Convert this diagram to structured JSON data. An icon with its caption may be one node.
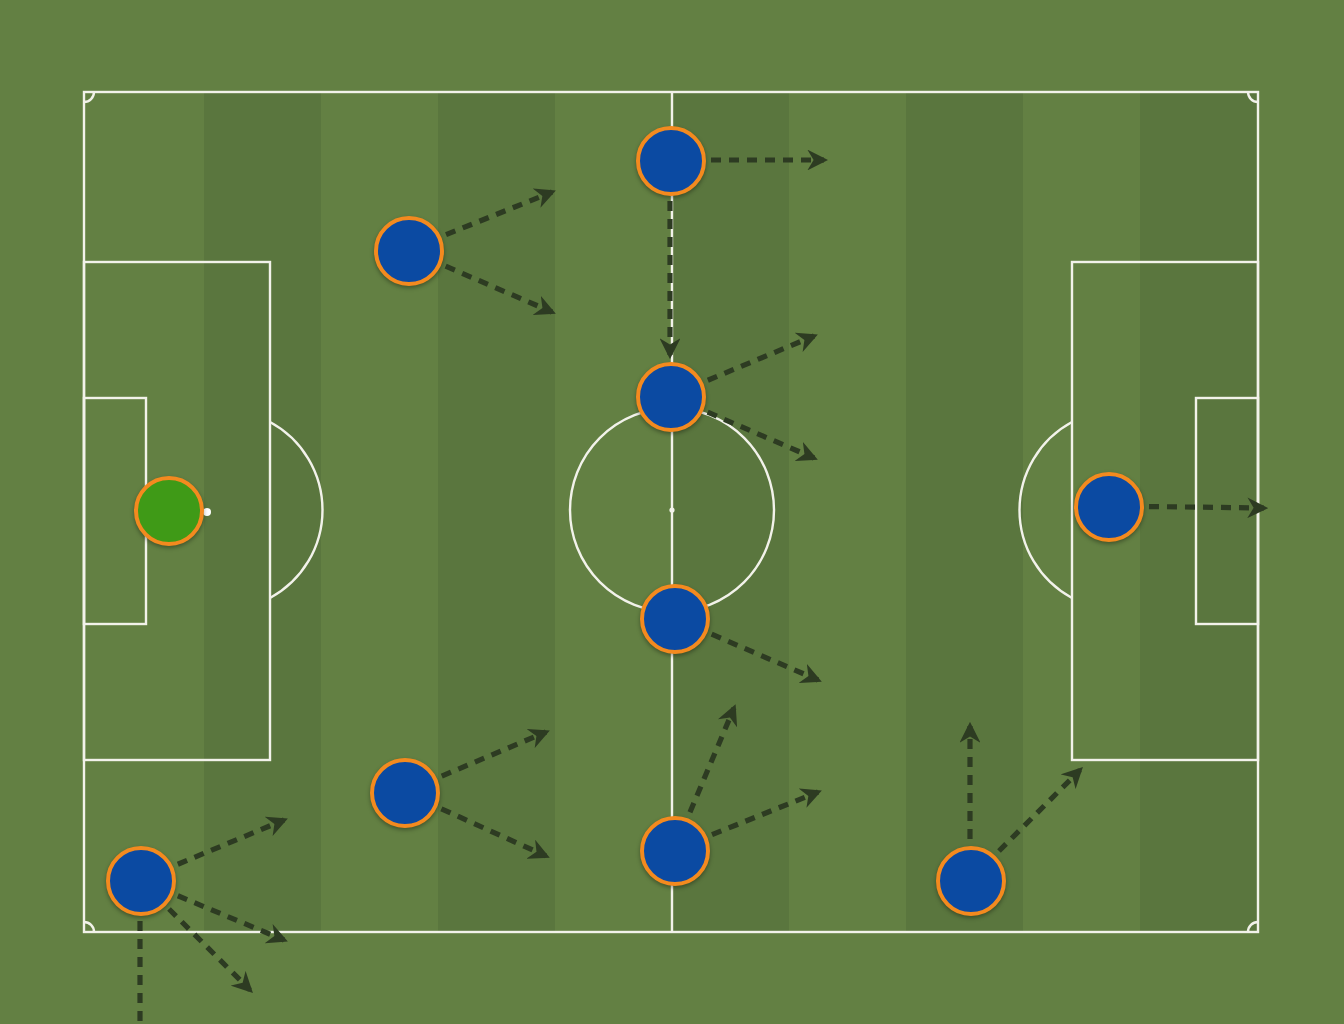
{
  "diagram": {
    "nodes": [
      {
        "text": [],
        "shape": "circle"
      },
      {
        "text": [],
        "shape": "circle"
      },
      {
        "text": [],
        "shape": "circle"
      },
      {
        "text": [],
        "shape": "circle"
      },
      {
        "text": [],
        "shape": "circle"
      },
      {
        "text": [],
        "shape": "circle"
      },
      {
        "text": [],
        "shape": "circle"
      },
      {
        "text": [],
        "shape": "circle"
      },
      {
        "text": [],
        "shape": "circle"
      },
      {
        "text": [],
        "shape": "circle"
      }
    ],
    "edges": [
      {
        "from": 4,
        "to": null,
        "arrow": "to",
        "style": "dashed"
      },
      {
        "from": 4,
        "to": 5,
        "arrow": "to",
        "style": "dashed"
      },
      {
        "from": 2,
        "to": null,
        "arrow": "to",
        "style": "dashed"
      },
      {
        "from": 2,
        "to": null,
        "arrow": "to",
        "style": "dashed"
      },
      {
        "from": 5,
        "to": null,
        "arrow": "to",
        "style": "dashed"
      },
      {
        "from": 5,
        "to": null,
        "arrow": "to",
        "style": "dashed"
      },
      {
        "from": 6,
        "to": null,
        "arrow": "to",
        "style": "dashed"
      },
      {
        "from": 3,
        "to": null,
        "arrow": "to",
        "style": "dashed"
      },
      {
        "from": 3,
        "to": null,
        "arrow": "to",
        "style": "dashed"
      },
      {
        "from": 7,
        "to": null,
        "arrow": "to",
        "style": "dashed"
      },
      {
        "from": 7,
        "to": null,
        "arrow": "to",
        "style": "dashed"
      },
      {
        "from": 1,
        "to": null,
        "arrow": "to",
        "style": "dashed"
      },
      {
        "from": 1,
        "to": null,
        "arrow": "to",
        "style": "dashed"
      },
      {
        "from": 1,
        "to": null,
        "arrow": "to",
        "style": "dashed"
      },
      {
        "from": 1,
        "to": null,
        "arrow": "none",
        "style": "dashed"
      },
      {
        "from": 8,
        "to": null,
        "arrow": "to",
        "style": "dashed"
      },
      {
        "from": 8,
        "to": null,
        "arrow": "to",
        "style": "dashed"
      },
      {
        "from": 9,
        "to": null,
        "arrow": "to",
        "style": "dashed"
      }
    ]
  }
}
